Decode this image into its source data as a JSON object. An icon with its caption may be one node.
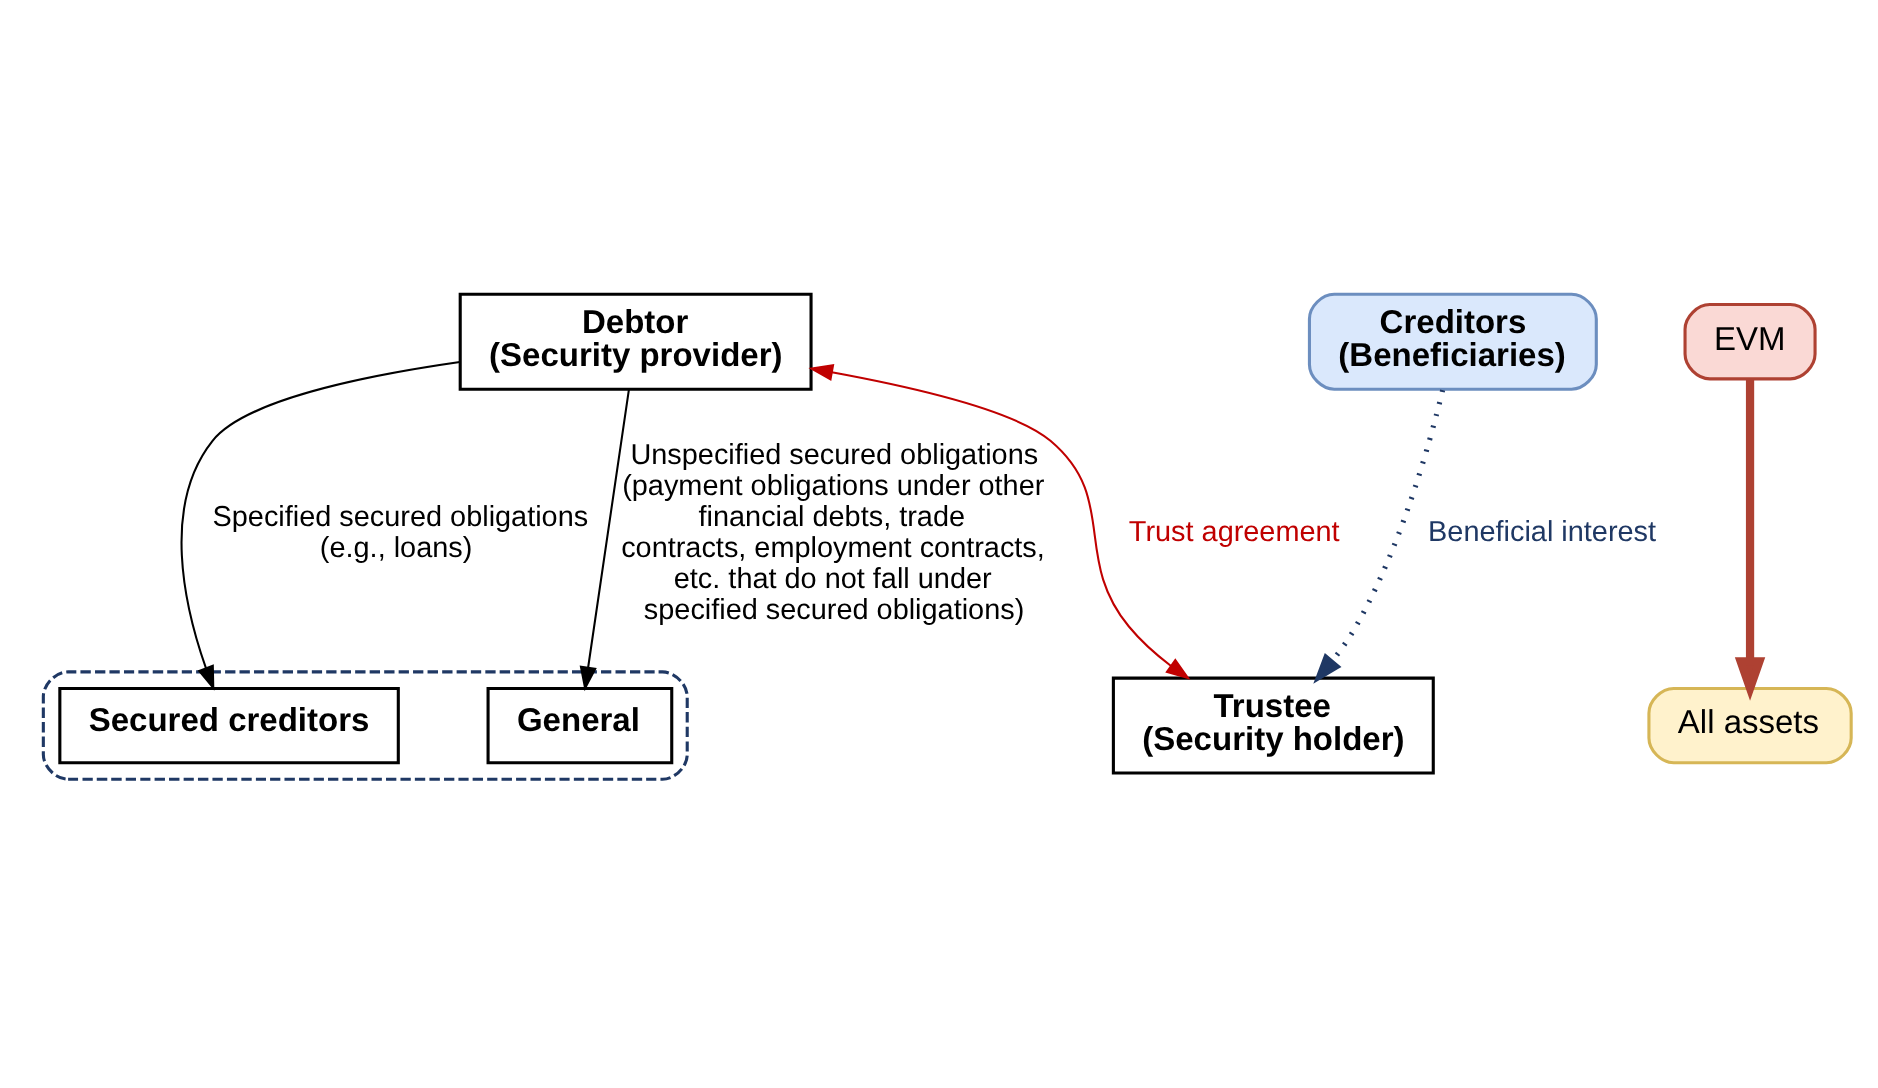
{
  "diagram": {
    "nodes": [
      {
        "text": [
          "Debtor",
          "(Security provider)"
        ]
      },
      {
        "text": [
          "All assets"
        ]
      },
      {
        "text": [],
        "shape": "box"
      },
      {
        "text": [
          "Secured creditors"
        ],
        "in": 2
      },
      {
        "text": [
          "General"
        ],
        "in": 2
      },
      {
        "text": [
          "EVM"
        ]
      },
      {
        "text": [
          "Creditors",
          "(Beneficiaries)"
        ]
      },
      {
        "text": [
          "Trustee",
          "(Security holder)"
        ]
      }
    ],
    "edges": [
      {
        "from": 0,
        "to": 3,
        "arrow": "to",
        "label": "Specified secured obligations (e.g., loans)"
      },
      {
        "from": 0,
        "to": 4,
        "arrow": "to",
        "label": "Unspecified secured obligations (payment obligations under other financial debts, trade contracts, employment contracts, etc. that do not fall under specified secured obligations)"
      },
      {
        "from": 5,
        "to": 1,
        "arrow": "to",
        "style": "thick",
        "color": "#ae4132"
      },
      {
        "from": 0,
        "to": 7,
        "arrow": "both",
        "label": "Trust agreement",
        "color": "#c00000"
      },
      {
        "from": 6,
        "to": 7,
        "arrow": "to",
        "label": "Beneficial interest",
        "style": "dashed",
        "color": "#1f3864"
      }
    ]
  }
}
